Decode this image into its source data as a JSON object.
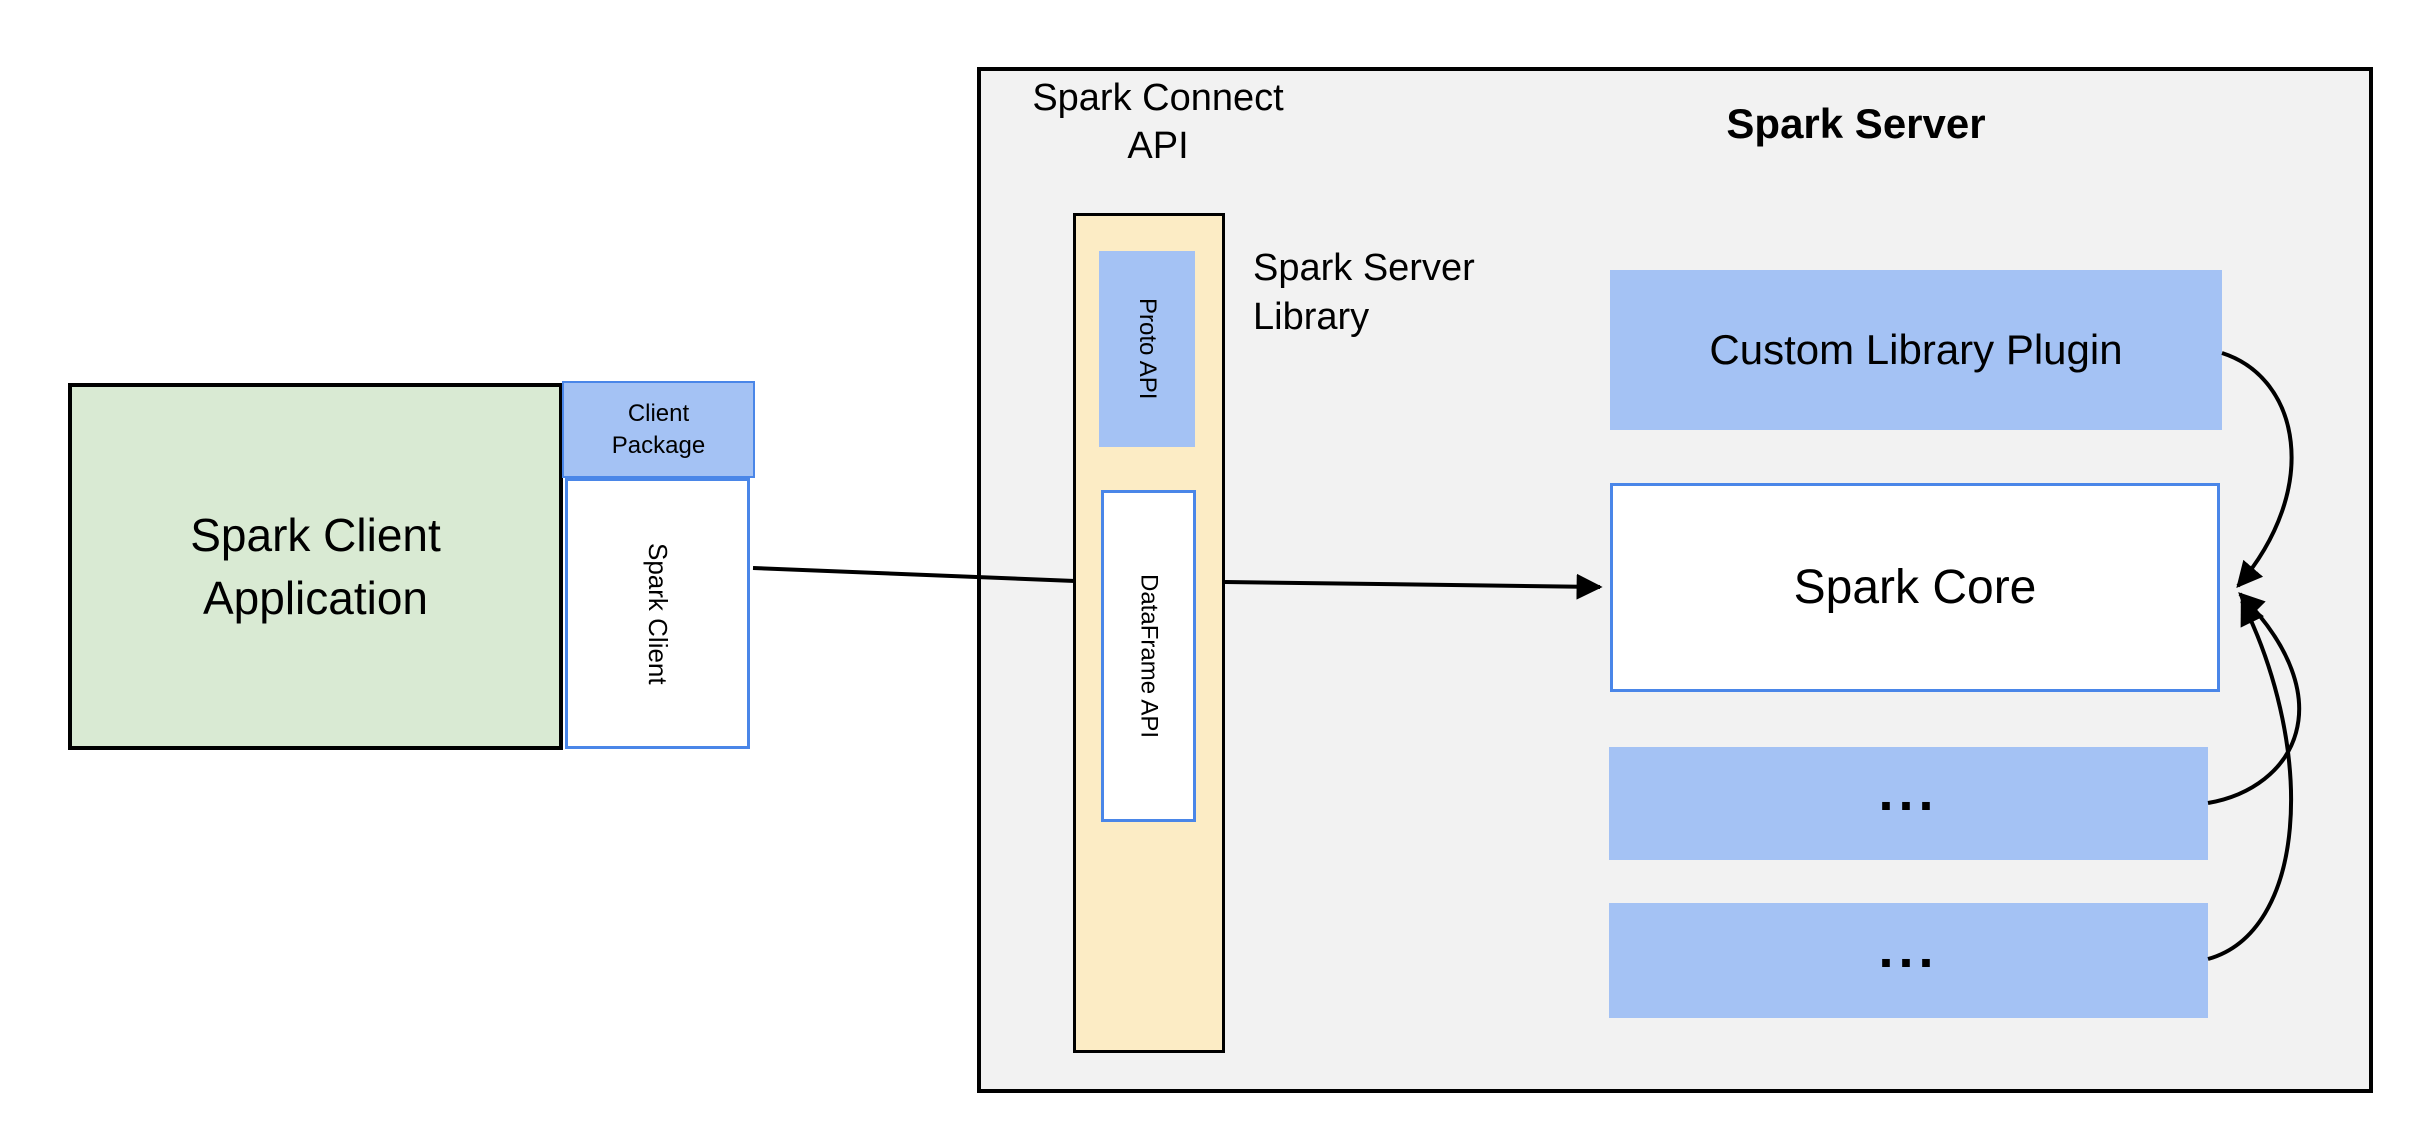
{
  "colors": {
    "green_fill": "#d9ead3",
    "blue_fill": "#a4c2f4",
    "blue_border": "#4a86e8",
    "yellow_fill": "#fcecc5",
    "gray_fill": "#f2f2f2",
    "border_black": "#000000",
    "arrow": "#000000"
  },
  "nodes": {
    "client_app": {
      "label": "Spark Client Application"
    },
    "client_package": {
      "label": "Client Package"
    },
    "spark_client": {
      "label": "Spark Client"
    },
    "connect_api_label": {
      "label": "Spark Connect API"
    },
    "server_title": {
      "label": "Spark Server"
    },
    "server_library_label": {
      "label": "Spark Server Library"
    },
    "proto_api": {
      "label": "Proto API"
    },
    "dataframe_api": {
      "label": "DataFrame API"
    },
    "custom_plugin": {
      "label": "Custom Library Plugin"
    },
    "spark_core": {
      "label": "Spark Core"
    },
    "more_top": {
      "label": "..."
    },
    "more_bottom": {
      "label": "..."
    }
  }
}
